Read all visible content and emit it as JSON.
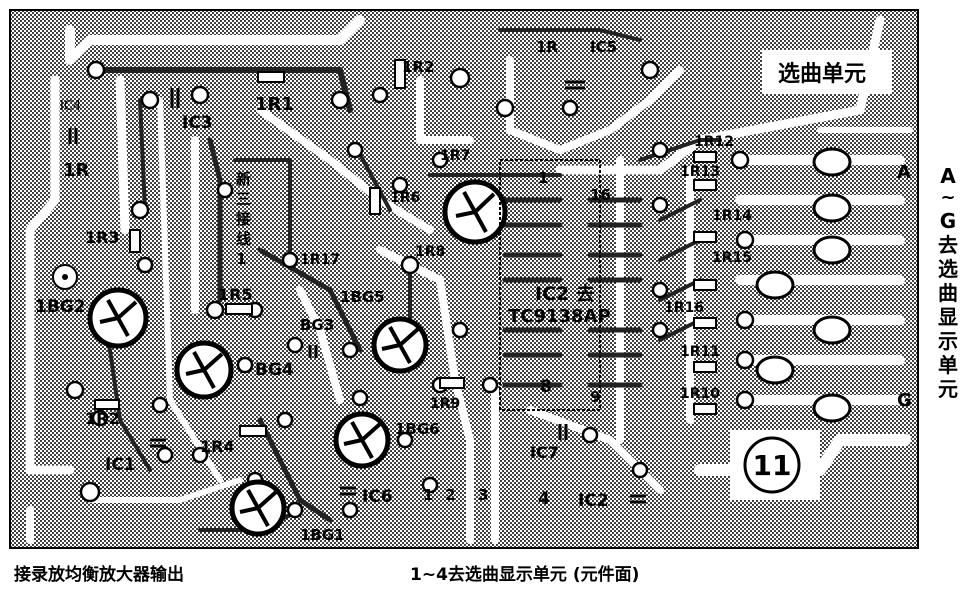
{
  "title": "选曲单元",
  "side_label": [
    "A",
    "~",
    "G",
    "去",
    "选",
    "曲",
    "显",
    "示",
    "单",
    "元"
  ],
  "footer_left": "接录放均衡放大器输出",
  "footer_right": "1~4去选曲显示单元 (元件面)",
  "unit_number": "11",
  "pin_labels": {
    "a": "A",
    "g": "G"
  },
  "components": {
    "ic4": "IC4",
    "r3_top": "1R",
    "r1": "1R1",
    "ic3": "IC3",
    "r2_top": "1R2",
    "ic5": "IC5",
    "r_top": "1R",
    "r3": "1R3",
    "bg2": "1BG2",
    "r2": "1R2",
    "ic1": "IC1",
    "r4": "1R4",
    "bg1": "1BG1",
    "r5": "1R5",
    "bg4": "BG4",
    "bg3": "BG3",
    "bg5": "1BG5",
    "bg6": "1BG6",
    "ic6": "IC6",
    "ic7": "IC7",
    "ic2": "IC2",
    "ic2_chip": "IC2 去",
    "ic2_part": "TC9138AP",
    "r6": "1R6",
    "r7": "1R7",
    "r8": "1R8",
    "r9": "1R9",
    "r10": "1R10",
    "r11": "1R11",
    "r12": "1R12",
    "r13": "1R13",
    "r14": "1R14",
    "r15": "1R15",
    "r16": "1R16",
    "r17": "1R17",
    "pin_1": "1",
    "pin_8": "8",
    "pin_9": "9",
    "pin_16": "16",
    "conn_1": "1",
    "conn_2": "2",
    "conn_3": "3",
    "conn_4": "4",
    "new_lines": [
      "新",
      "三",
      "接",
      "线",
      "1"
    ]
  },
  "colors": {
    "board": "#8c8c8c",
    "trace": "#ffffff",
    "ink": "#000000"
  }
}
